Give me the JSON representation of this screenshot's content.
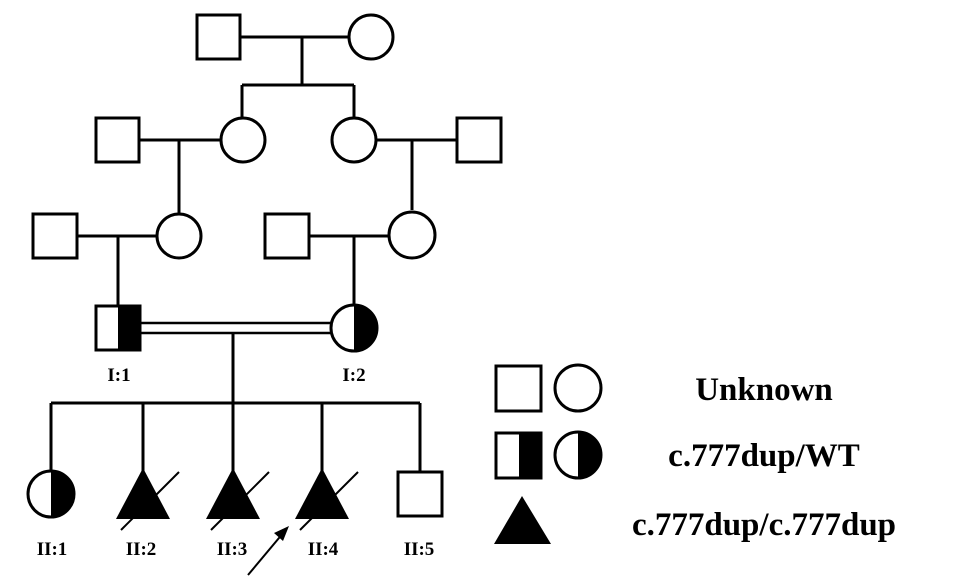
{
  "individual_labels": {
    "I1": "I:1",
    "I2": "I:2",
    "II1": "II:1",
    "II2": "II:2",
    "II3": "II:3",
    "II4": "II:4",
    "II5": "II:5"
  },
  "legend": {
    "unknown": "Unknown",
    "heterozygous": "c.777dup/WT",
    "homozygous": "c.777dup/c.777dup"
  },
  "colors": {
    "line": "#000000",
    "fill": "#000000",
    "background": "#ffffff"
  }
}
